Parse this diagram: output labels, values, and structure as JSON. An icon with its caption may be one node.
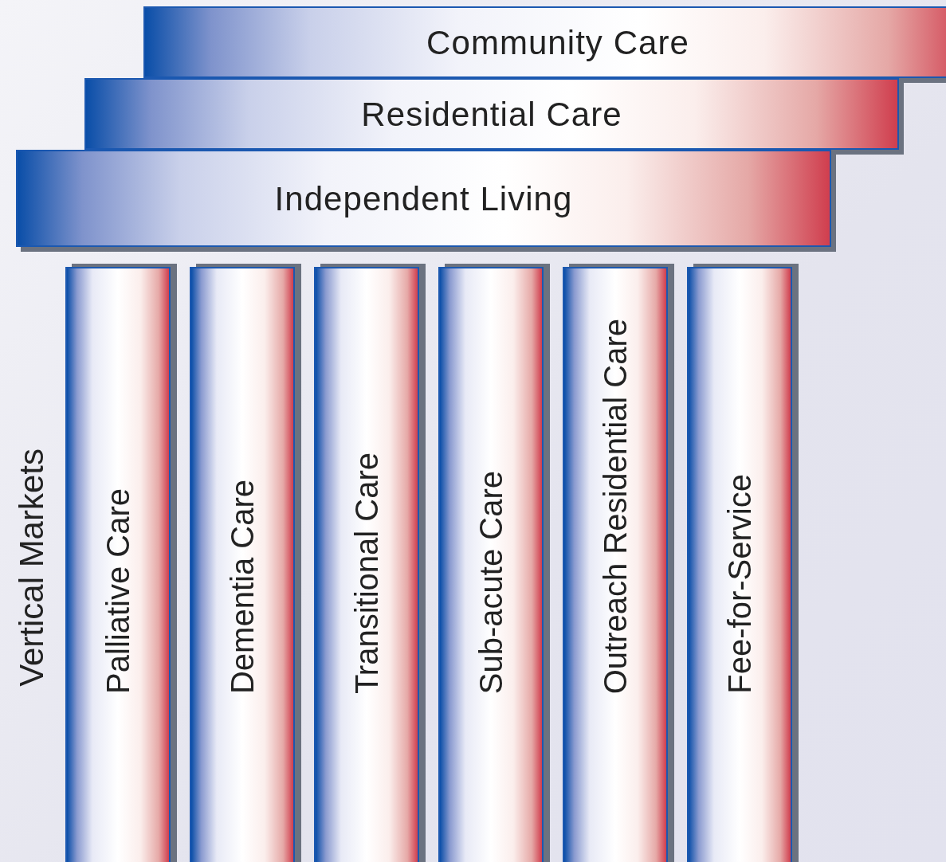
{
  "diagram": {
    "nodes": [
      {
        "text": [
          "Community Care"
        ]
      },
      {
        "text": [
          "Residential Care"
        ]
      },
      {
        "text": [
          "Independent Living"
        ]
      },
      {
        "text": [
          "Palliative Care"
        ]
      },
      {
        "text": [
          "Dementia Care"
        ]
      },
      {
        "text": [
          "Transitional Care"
        ]
      },
      {
        "text": [
          "Sub-acute Care"
        ]
      },
      {
        "text": [
          "Outreach Residential Care"
        ]
      },
      {
        "text": [
          "Fee-for-Service"
        ]
      }
    ],
    "labels": [
      "Vertical Markets"
    ]
  }
}
